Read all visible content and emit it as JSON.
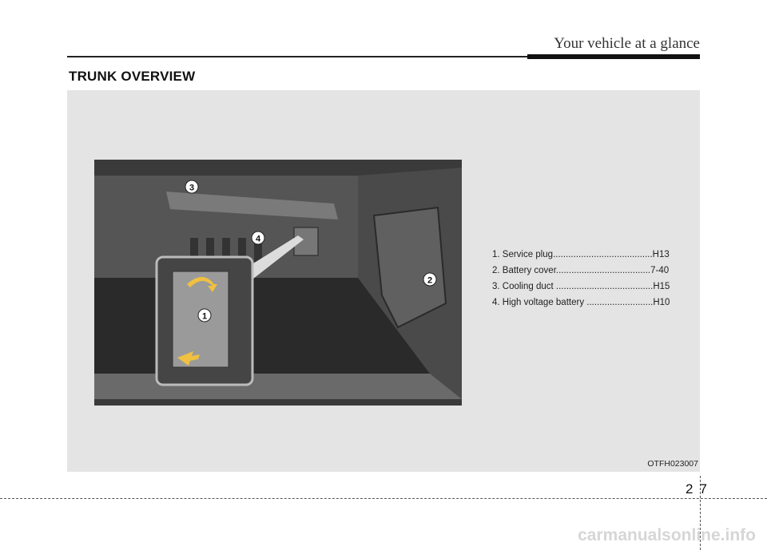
{
  "header": {
    "title": "Your vehicle at a glance"
  },
  "section": {
    "title": "TRUNK OVERVIEW"
  },
  "figure": {
    "callouts": [
      "1",
      "2",
      "3",
      "4"
    ],
    "legend": [
      "1. Service plug.......................................H13",
      "2. Battery cover.....................................7-40",
      "3. Cooling duct ......................................H15",
      "4. High voltage battery ..........................H10"
    ],
    "code": "OTFH023007"
  },
  "page": {
    "chapter": "2",
    "number": "7"
  },
  "watermark": "carmanualsonline.info"
}
